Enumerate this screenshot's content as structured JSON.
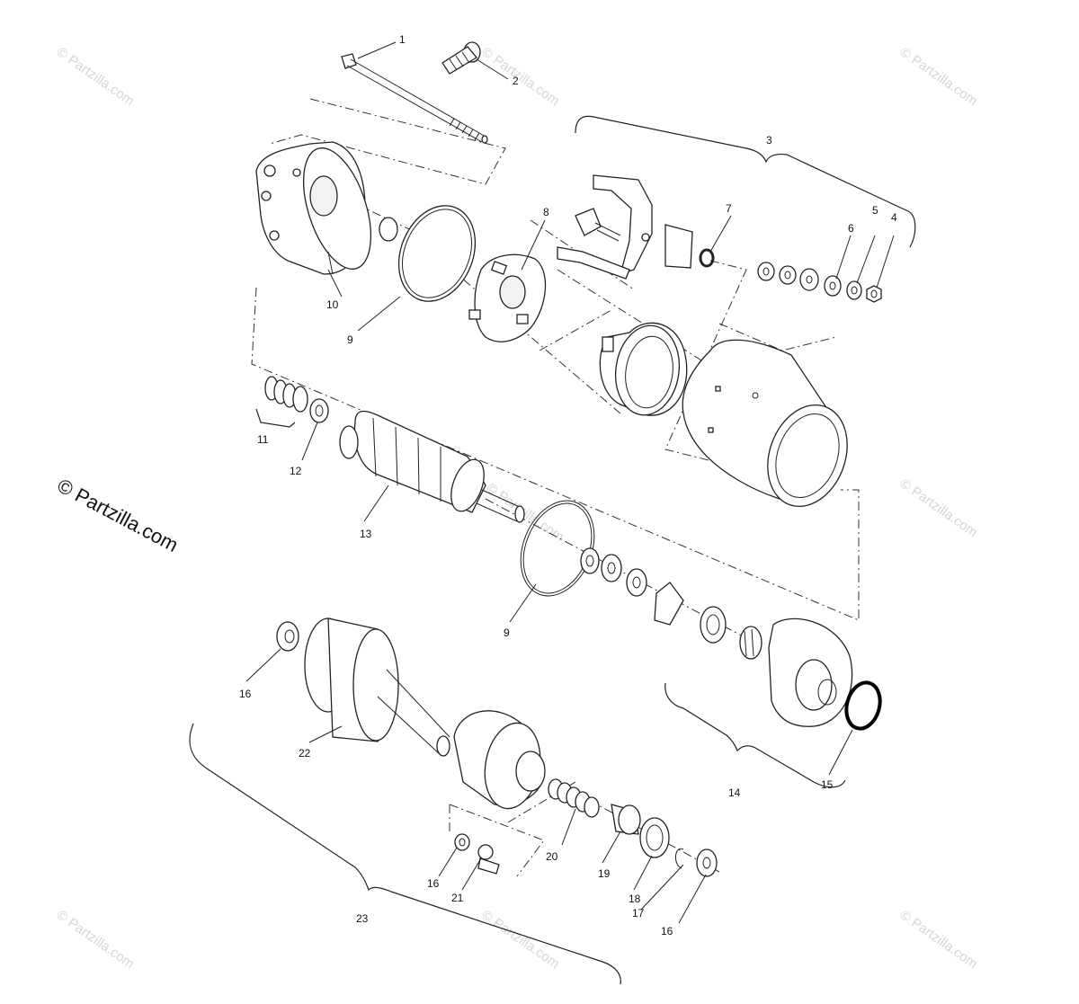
{
  "watermark": {
    "small_text": "© Partzilla.com",
    "main_text": "© Partzilla.com"
  },
  "callouts": [
    {
      "id": "c1",
      "text": "1"
    },
    {
      "id": "c2",
      "text": "2"
    },
    {
      "id": "c3",
      "text": "3"
    },
    {
      "id": "c4",
      "text": "4"
    },
    {
      "id": "c5",
      "text": "5"
    },
    {
      "id": "c6",
      "text": "6"
    },
    {
      "id": "c7",
      "text": "7"
    },
    {
      "id": "c8",
      "text": "8"
    },
    {
      "id": "c9a",
      "text": "9"
    },
    {
      "id": "c10",
      "text": "10"
    },
    {
      "id": "c11",
      "text": "11"
    },
    {
      "id": "c12",
      "text": "12"
    },
    {
      "id": "c13",
      "text": "13"
    },
    {
      "id": "c9b",
      "text": "9"
    },
    {
      "id": "c14",
      "text": "14"
    },
    {
      "id": "c15",
      "text": "15"
    },
    {
      "id": "c16a",
      "text": "16"
    },
    {
      "id": "c22",
      "text": "22"
    },
    {
      "id": "c20",
      "text": "20"
    },
    {
      "id": "c19",
      "text": "19"
    },
    {
      "id": "c18",
      "text": "18"
    },
    {
      "id": "c17",
      "text": "17"
    },
    {
      "id": "c16b",
      "text": "16"
    },
    {
      "id": "c16c",
      "text": "16"
    },
    {
      "id": "c21",
      "text": "21"
    },
    {
      "id": "c23",
      "text": "23"
    }
  ],
  "colors": {
    "line": "#222222",
    "watermark": "#d6d6d6",
    "background": "#ffffff"
  }
}
